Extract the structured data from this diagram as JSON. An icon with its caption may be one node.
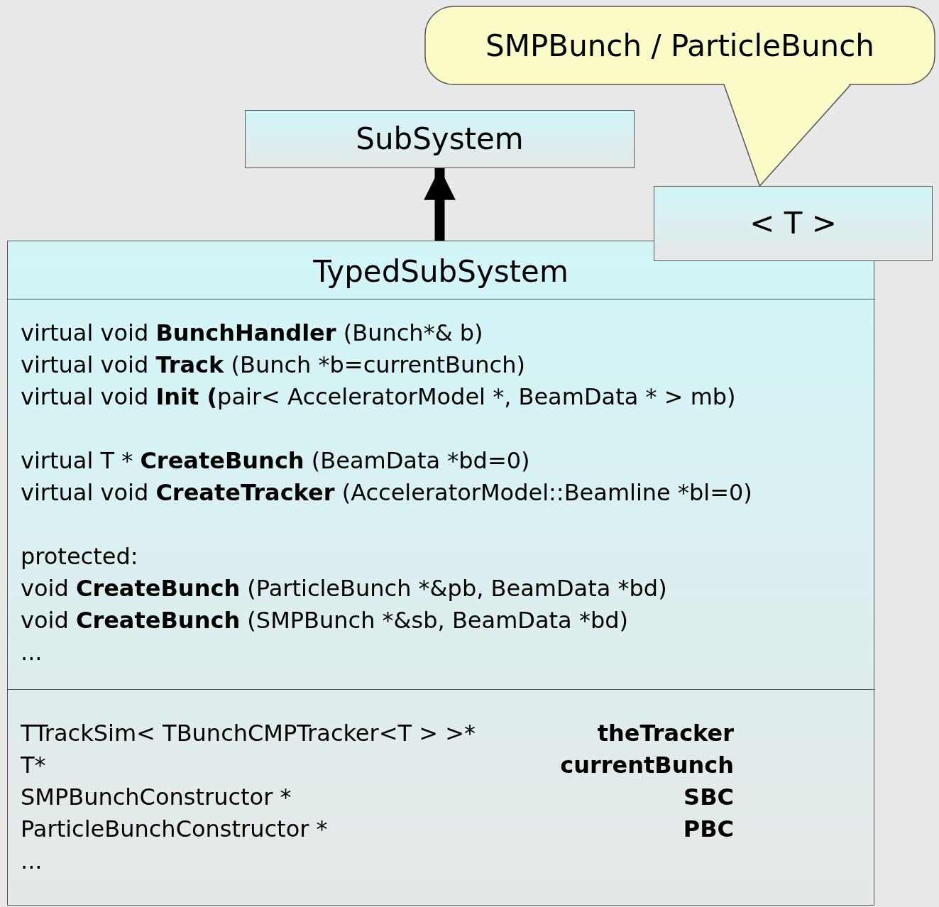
{
  "diagram": {
    "nodes": [
      {
        "text": [
          "SMPBunch / ParticleBunch"
        ]
      },
      {
        "text": [
          "SubSystem"
        ]
      },
      {
        "text": [
          "< T >"
        ]
      },
      {
        "text": [
          "TypedSubSystem"
        ]
      },
      {
        "text": [
          "virtual void **BunchHandler** (Bunch*& b)",
          "virtual void **Track** (Bunch *b=currentBunch)",
          "virtual void **Init (**pair< AcceleratorModel *, BeamData * > mb)",
          "virtual T * **CreateBunch** (BeamData *bd=0)",
          "virtual void **CreateTracker** (AcceleratorModel::Beamline *bl=0)",
          "protected:",
          "void **CreateBunch** (ParticleBunch *&pb, BeamData *bd)",
          "void **CreateBunch** (SMPBunch *&sb, BeamData *bd)",
          "..."
        ],
        "in": 3
      },
      {
        "text": [
          "TTrackSim< TBunchCMPTracker<T > >*",
          "theTracker",
          "T*",
          "currentBunch",
          "SMPBunchConstructor *",
          "SBC",
          "ParticleBunchConstructor *",
          "PBC",
          "..."
        ],
        "in": 3
      }
    ],
    "edges": [
      {
        "from": 3,
        "to": 1,
        "arrow": "to",
        "style": "thick"
      },
      {
        "from": 0,
        "to": 2,
        "arrow": "none"
      }
    ]
  }
}
